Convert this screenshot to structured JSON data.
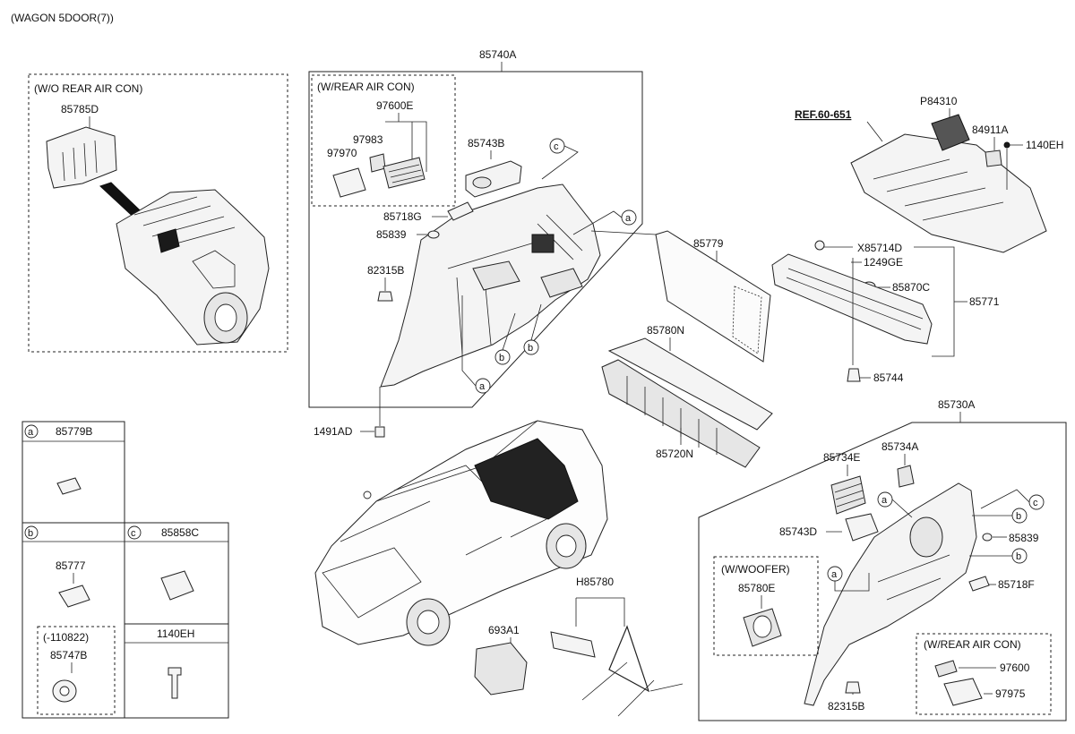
{
  "title": "(WAGON 5DOOR(7))",
  "ref_label": "REF.60-651",
  "groups": {
    "wo_rear_air_con": "(W/O REAR AIR CON)",
    "w_rear_air_con": "(W/REAR AIR CON)",
    "w_woofer": "(W/WOOFER)",
    "w_rear_air_con_2": "(W/REAR AIR CON)",
    "date_range": "(-110822)"
  },
  "callouts": {
    "a": "a",
    "b": "b",
    "c": "c"
  },
  "parts": {
    "p85740A": "85740A",
    "p85785D": "85785D",
    "p97600E": "97600E",
    "p97983": "97983",
    "p97970": "97970",
    "p85743B": "85743B",
    "p85718G": "85718G",
    "p85839_top": "85839",
    "p82315B_top": "82315B",
    "p1491AD": "1491AD",
    "p85779": "85779",
    "p85780N": "85780N",
    "p85720N": "85720N",
    "pP84310": "P84310",
    "p84911A": "84911A",
    "p1140EH_top": "1140EH",
    "pX85714D": "X85714D",
    "p1249GE": "1249GE",
    "p85870C": "85870C",
    "p85771": "85771",
    "p85744": "85744",
    "p85730A": "85730A",
    "p85734E": "85734E",
    "p85734A": "85734A",
    "p85743D": "85743D",
    "p85839_bot": "85839",
    "p85718F": "85718F",
    "p85780E": "85780E",
    "p97600": "97600",
    "p97975": "97975",
    "p82315B_bot": "82315B",
    "pH85780": "H85780",
    "p693A1": "693A1"
  },
  "legend": {
    "cell_a": {
      "letter": "a",
      "part": "85779B"
    },
    "cell_b": {
      "letter": "b",
      "part": "85777",
      "sub_part": "85747B"
    },
    "cell_c": {
      "letter": "c",
      "part": "85858C"
    },
    "cell_d": {
      "part": "1140EH"
    }
  }
}
